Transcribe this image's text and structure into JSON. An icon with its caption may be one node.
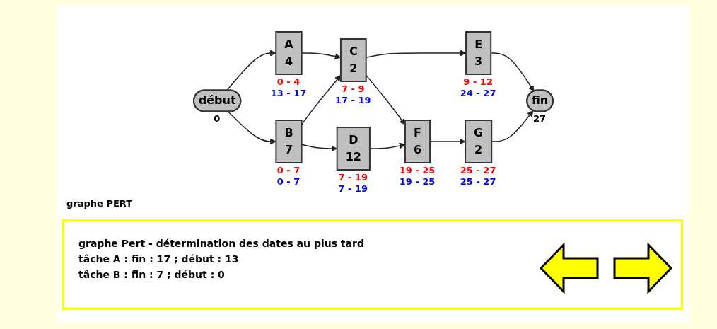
{
  "diagram": {
    "nodes": [
      {
        "text": [
          "début"
        ],
        "beside": [
          "0"
        ]
      },
      {
        "text": [
          "A",
          "4"
        ],
        "beside": [
          "0 - 4",
          "13 - 17"
        ]
      },
      {
        "text": [
          "B",
          "7"
        ],
        "beside": [
          "0 - 7",
          "0 - 7"
        ]
      },
      {
        "text": [
          "C",
          "2"
        ],
        "beside": [
          "7 - 9",
          "17 - 19"
        ]
      },
      {
        "text": [
          "D",
          "12"
        ],
        "beside": [
          "7 - 19",
          "7 - 19"
        ]
      },
      {
        "text": [
          "E",
          "3"
        ],
        "beside": [
          "9 - 12",
          "24 - 27"
        ]
      },
      {
        "text": [
          "F",
          "6"
        ],
        "beside": [
          "19 - 25",
          "19 - 25"
        ]
      },
      {
        "text": [
          "G",
          "2"
        ],
        "beside": [
          "25 - 27",
          "25 - 27"
        ]
      },
      {
        "text": [
          "fin"
        ],
        "beside": [
          "27"
        ]
      }
    ],
    "edges": [
      {
        "from": 0,
        "to": 1,
        "arrow": "to"
      },
      {
        "from": 0,
        "to": 2,
        "arrow": "to"
      },
      {
        "from": 1,
        "to": 3,
        "arrow": "to"
      },
      {
        "from": 2,
        "to": 3,
        "arrow": "to"
      },
      {
        "from": 2,
        "to": 4,
        "arrow": "to"
      },
      {
        "from": 3,
        "to": 5,
        "arrow": "to"
      },
      {
        "from": 3,
        "to": 6,
        "arrow": "to"
      },
      {
        "from": 4,
        "to": 6,
        "arrow": "to"
      },
      {
        "from": 5,
        "to": 8,
        "arrow": "to"
      },
      {
        "from": 6,
        "to": 7,
        "arrow": "to"
      },
      {
        "from": 7,
        "to": 8,
        "arrow": "to"
      }
    ],
    "labels": [
      "graphe PERT",
      "graphe Pert  - détermination des dates au plus tard",
      "tâche A : fin : 17 ; début : 13",
      "tâche B : fin : 7 ; début : 0"
    ]
  }
}
